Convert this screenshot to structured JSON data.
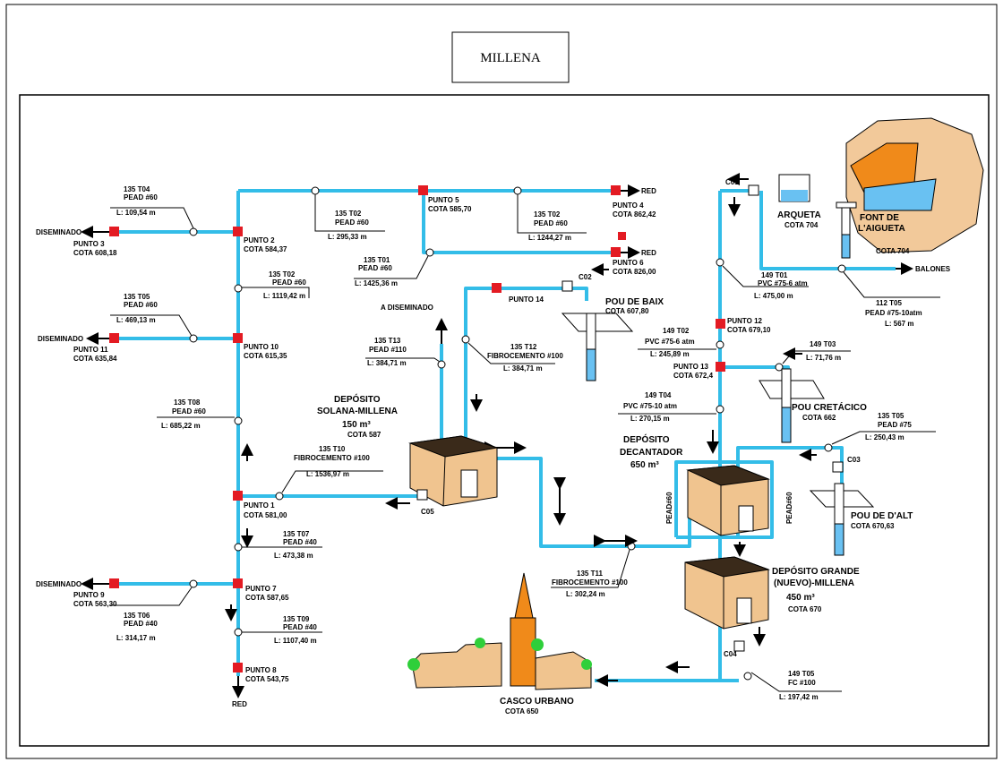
{
  "title": "MILLENA",
  "points": {
    "p1": {
      "name": "PUNTO 1",
      "cota": "COTA 581,00"
    },
    "p2": {
      "name": "PUNTO 2",
      "cota": "COTA 584,37"
    },
    "p3": {
      "name": "PUNTO 3",
      "cota": "COTA 608,18"
    },
    "p4": {
      "name": "PUNTO 4",
      "cota": "COTA 862,42"
    },
    "p5": {
      "name": "PUNTO 5",
      "cota": "COTA 585,70"
    },
    "p6": {
      "name": "PUNTO 6",
      "cota": "COTA 826,00"
    },
    "p7": {
      "name": "PUNTO 7",
      "cota": "COTA 587,65"
    },
    "p8": {
      "name": "PUNTO 8",
      "cota": "COTA 543,75"
    },
    "p9": {
      "name": "PUNTO 9",
      "cota": "COTA 563,30"
    },
    "p10": {
      "name": "PUNTO 10",
      "cota": "COTA 615,35"
    },
    "p11": {
      "name": "PUNTO 11",
      "cota": "COTA 635,84"
    },
    "p12": {
      "name": "PUNTO 12",
      "cota": "COTA 679,10"
    },
    "p13": {
      "name": "PUNTO 13",
      "cota": "COTA 672,4"
    },
    "p14": {
      "name": "PUNTO 14"
    }
  },
  "labels": {
    "diseminado": "DISEMINADO",
    "a_diseminado": "A DISEMINADO",
    "red": "RED",
    "balones": "BALONES",
    "arqueta": "ARQUETA",
    "arqueta_cota": "COTA 704",
    "font1": "FONT DE",
    "font2": "L'AIGUETA",
    "font_cota": "COTA 704",
    "pou_baix": "POU DE BAIX",
    "pou_baix_cota": "COTA 607,80",
    "pou_cretacico": "POU CRETÁCICO",
    "pou_cretacico_cota": "COTA 662",
    "pou_alt": "POU DE D'ALT",
    "pou_alt_cota": "COTA 670,63",
    "dep_solana1": "DEPÓSITO",
    "dep_solana2": "SOLANA-MILLENA",
    "dep_solana3": "150 m³",
    "dep_solana4": "COTA 587",
    "dep_decant1": "DEPÓSITO",
    "dep_decant2": "DECANTADOR",
    "dep_decant3": "650 m³",
    "dep_grande1": "DEPÓSITO GRANDE",
    "dep_grande2": "(NUEVO)-MILLENA",
    "dep_grande3": "450 m³",
    "dep_grande4": "COTA 670",
    "casco": "CASCO URBANO",
    "casco_cota": "COTA 650",
    "c01": "C01",
    "c02": "C02",
    "c03": "C03",
    "c04": "C04",
    "c05": "C05",
    "peadgo": "PEAD#60"
  },
  "tramos": {
    "t04a": {
      "l1": "135 T04",
      "l2": "PEAD #60",
      "l3": "L: 109,54 m"
    },
    "t02a": {
      "l1": "135 T02",
      "l2": "PEAD #60",
      "l3": "L: 295,33 m"
    },
    "t02b": {
      "l1": "135 T02",
      "l2": "PEAD #60",
      "l3": "L: 1244,27 m"
    },
    "t01a": {
      "l1": "135 T01",
      "l2": "PEAD #60",
      "l3": "L: 1425,36 m"
    },
    "t02c": {
      "l1": "135 T02",
      "l2": "PEAD #60",
      "l3": "L: 1119,42 m"
    },
    "t05a": {
      "l1": "135 T05",
      "l2": "PEAD #60",
      "l3": "L: 469,13 m"
    },
    "t13": {
      "l1": "135 T13",
      "l2": "PEAD #110",
      "l3": "L: 384,71 m"
    },
    "t12": {
      "l1": "135 T12",
      "l2": "FIBROCEMENTO #100",
      "l3": "L: 384,71 m"
    },
    "t08": {
      "l1": "135 T08",
      "l2": "PEAD #60",
      "l3": "L: 685,22 m"
    },
    "t10": {
      "l1": "135 T10",
      "l2": "FIBROCEMENTO #100",
      "l3": "L: 1536,97 m"
    },
    "t07": {
      "l1": "135 T07",
      "l2": "PEAD #40",
      "l3": "L: 473,38 m"
    },
    "t06": {
      "l1": "135 T06",
      "l2": "PEAD #40",
      "l3": "L: 314,17 m"
    },
    "t09": {
      "l1": "135 T09",
      "l2": "PEAD #40",
      "l3": "L: 1107,40 m"
    },
    "t11": {
      "l1": "135 T11",
      "l2": "FIBROCEMENTO #100",
      "l3": "L: 302,24 m"
    },
    "t01b": {
      "l1": "149 T01",
      "l2": "PVC #75-6 atm",
      "l3": "L: 475,00 m"
    },
    "t05b": {
      "l1": "112 T05",
      "l2": "PEAD #75-10atm",
      "l3": "L: 567 m"
    },
    "t02d": {
      "l1": "149 T02",
      "l2": "PVC #75-6 atm",
      "l3": "L: 245,89 m"
    },
    "t03": {
      "l1": "149 T03",
      "l3": "L: 71,76 m"
    },
    "t04b": {
      "l1": "149 T04",
      "l2": "PVC #75-10 atm",
      "l3": "L: 270,15 m"
    },
    "t05c": {
      "l1": "135 T05",
      "l2": "PEAD #75",
      "l3": "L: 250,43 m"
    },
    "t05d": {
      "l1": "149 T05",
      "l2": "FC #100",
      "l3": "L: 197,42 m"
    }
  },
  "colors": {
    "pipe": "#33bde8",
    "node": "#e31b23",
    "tank_side": "#f0c48f",
    "tank_dark": "#3a2a1a",
    "rock": "#f2c99a",
    "water": "#69c1f2",
    "orange": "#f08a1a"
  }
}
